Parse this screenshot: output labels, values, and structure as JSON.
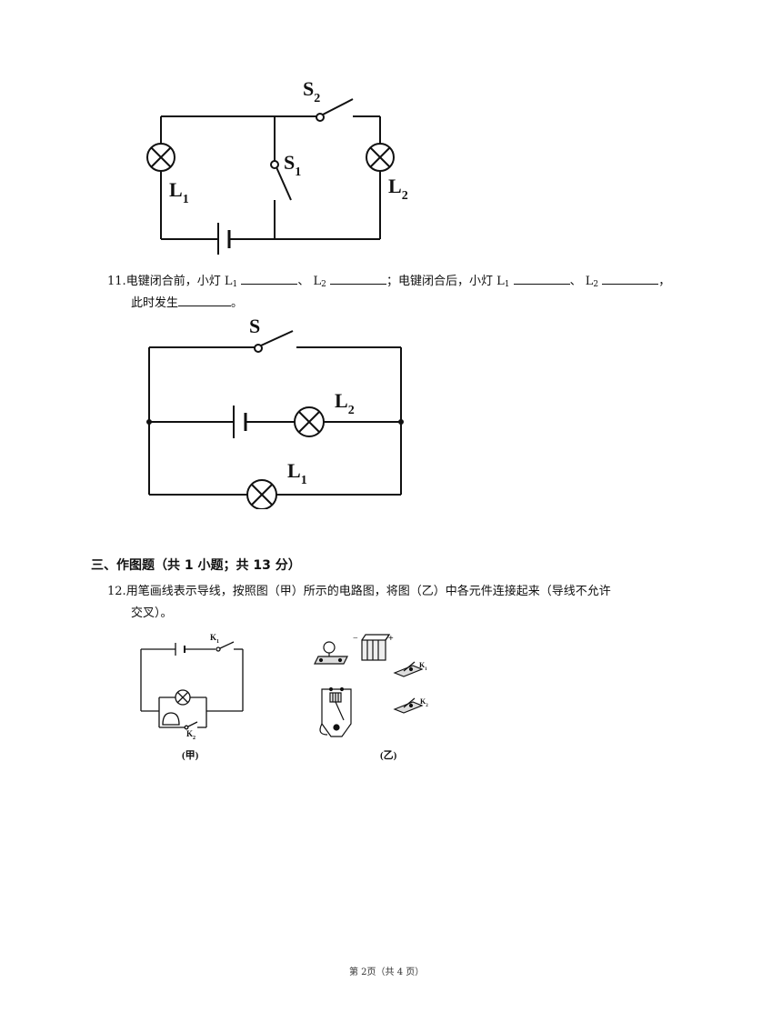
{
  "circuit1": {
    "labels": {
      "s2": "S",
      "s2_sub": "2",
      "s1": "S",
      "s1_sub": "1",
      "l1": "L",
      "l1_sub": "1",
      "l2": "L",
      "l2_sub": "2"
    }
  },
  "question11": {
    "number": "11.",
    "text_a": "电键闭合前，小灯 L",
    "sub_1": "1",
    "sep1": "、 L",
    "sub_2": "2",
    "text_b": "；电键闭合后，小灯 L",
    "sub_3": "1",
    "sep2": "、 L",
    "sub_4": "2",
    "end_mark": "，",
    "line2_text": "此时发生",
    "line2_end": "。"
  },
  "circuit2": {
    "labels": {
      "s": "S",
      "l2": "L",
      "l2_sub": "2",
      "l1": "L",
      "l1_sub": "1"
    }
  },
  "section3": {
    "title": "三、作图题（共 1 小题；共 13 分）"
  },
  "question12": {
    "number": "12.",
    "line1": "用笔画线表示导线，按照图（甲）所示的电路图，将图（乙）中各元件连接起来（导线不允许",
    "line2": "交叉）。"
  },
  "figure_jia": {
    "caption": "(甲)",
    "k1": "K",
    "k1_sub": "1",
    "k2": "K",
    "k2_sub": "2"
  },
  "figure_yi": {
    "caption": "(乙)",
    "k1": "K",
    "k1_sub": "1",
    "k2": "K",
    "k2_sub": "2",
    "minus": "−",
    "plus": "+"
  },
  "footer": {
    "page": "第 2页（共 4 页）"
  }
}
